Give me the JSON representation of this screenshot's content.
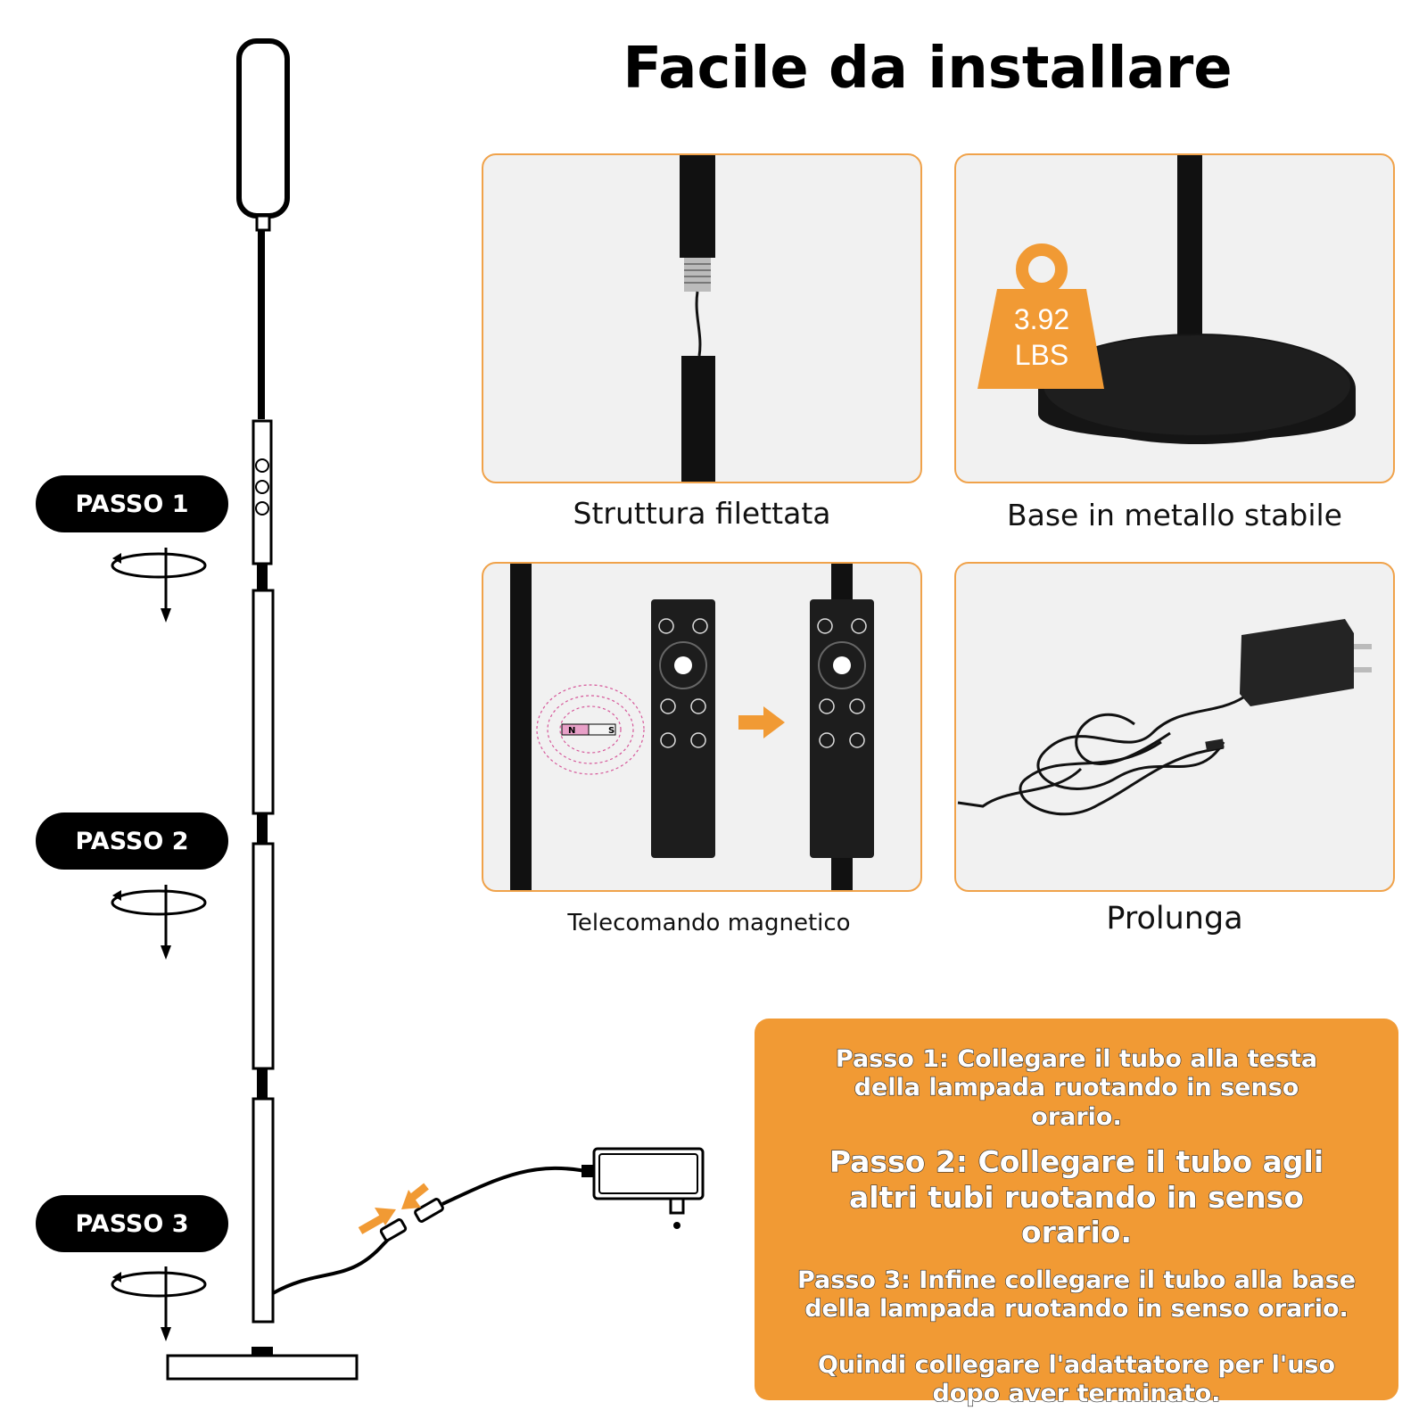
{
  "title": "Facile da installare",
  "steps_labels": [
    "PASSO 1",
    "PASSO 2",
    "PASSO 3"
  ],
  "panels": {
    "threaded": {
      "caption": "Struttura filettata"
    },
    "base": {
      "caption": "Base in metallo stabile",
      "weight_value": "3.92",
      "weight_unit": "LBS"
    },
    "remote": {
      "caption": "Telecomando magnetico",
      "magnet_n": "N",
      "magnet_s": "S"
    },
    "extension": {
      "caption": "Prolunga"
    }
  },
  "instructions": {
    "step1": "Passo 1: Collegare il tubo alla testa della lampada ruotando in senso orario.",
    "step2": "Passo 2: Collegare il tubo agli altri tubi ruotando in senso orario.",
    "step3": "Passo 3: Infine collegare il tubo alla base della lampada ruotando in senso orario.",
    "final": "Quindi collegare l'adattatore per l'uso dopo aver terminato."
  },
  "colors": {
    "accent": "#f19a34",
    "panel_border": "#f0a24a",
    "pill_bg": "#000000"
  },
  "icons": [
    "lamp-diagram",
    "rotate-arrow-icon",
    "remote-control",
    "power-adapter",
    "weight-icon",
    "magnet-icon",
    "arrow-right-icon"
  ]
}
